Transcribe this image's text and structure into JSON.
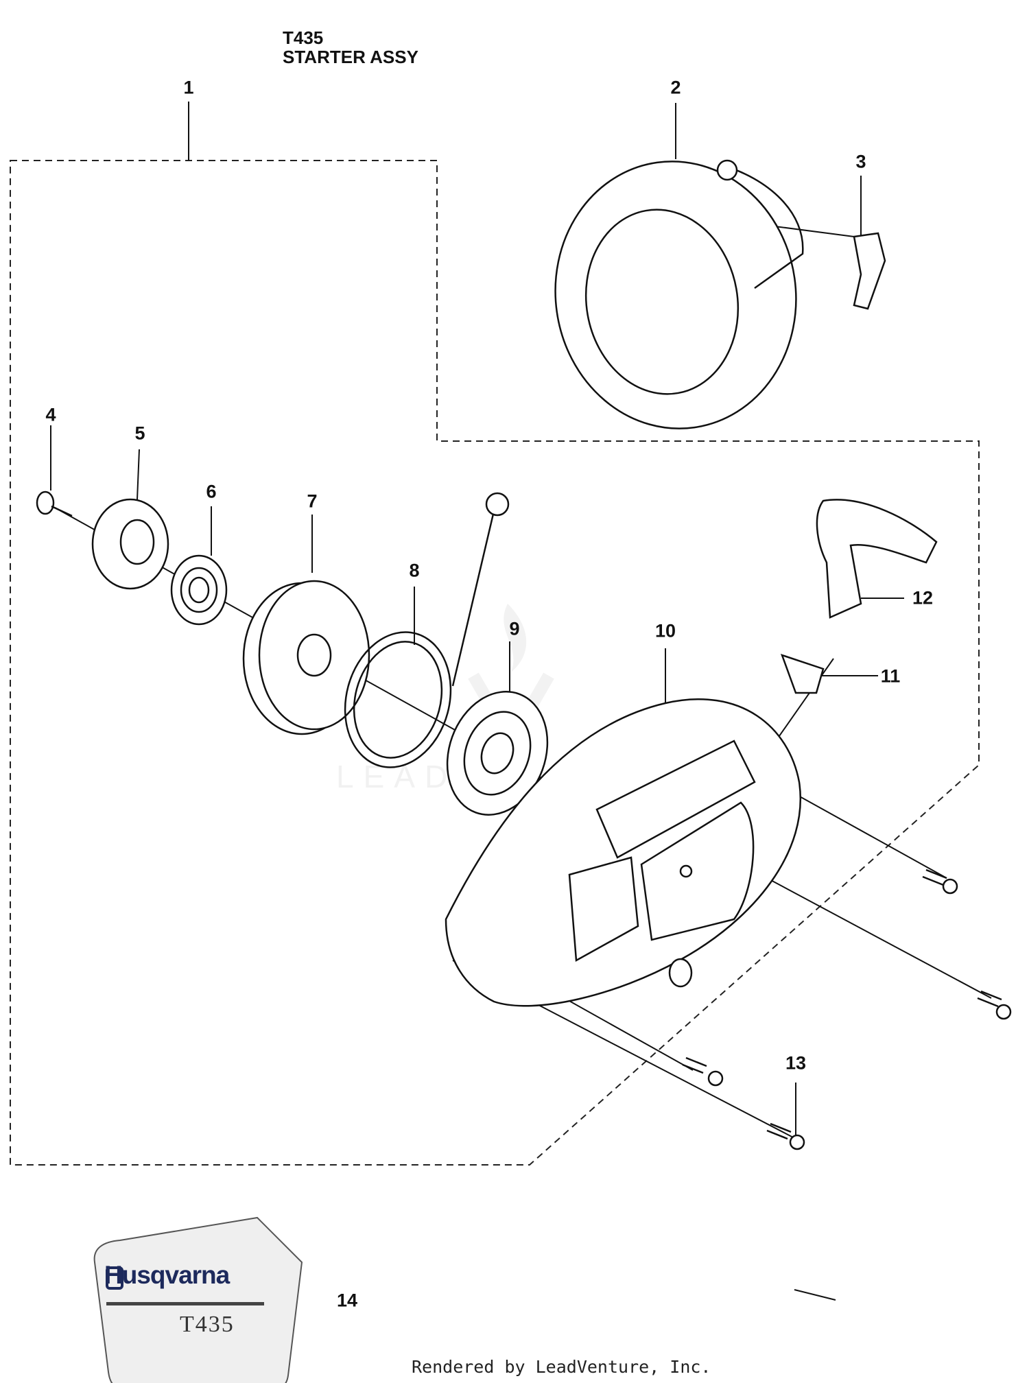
{
  "header": {
    "model": "T435",
    "assembly": "STARTER ASSY"
  },
  "callouts": [
    "1",
    "2",
    "3",
    "4",
    "5",
    "6",
    "7",
    "8",
    "9",
    "10",
    "11",
    "12",
    "13",
    "14"
  ],
  "decal": {
    "brand": "Husqvarna",
    "model": "T435"
  },
  "footer": {
    "credit": "Rendered by LeadVenture, Inc."
  },
  "watermark": {
    "text": "LEADVENTURE"
  },
  "colors": {
    "line": "#111111",
    "brand": "#1d2a5c",
    "decal_fill": "#efefef",
    "watermark": "#ececec"
  }
}
